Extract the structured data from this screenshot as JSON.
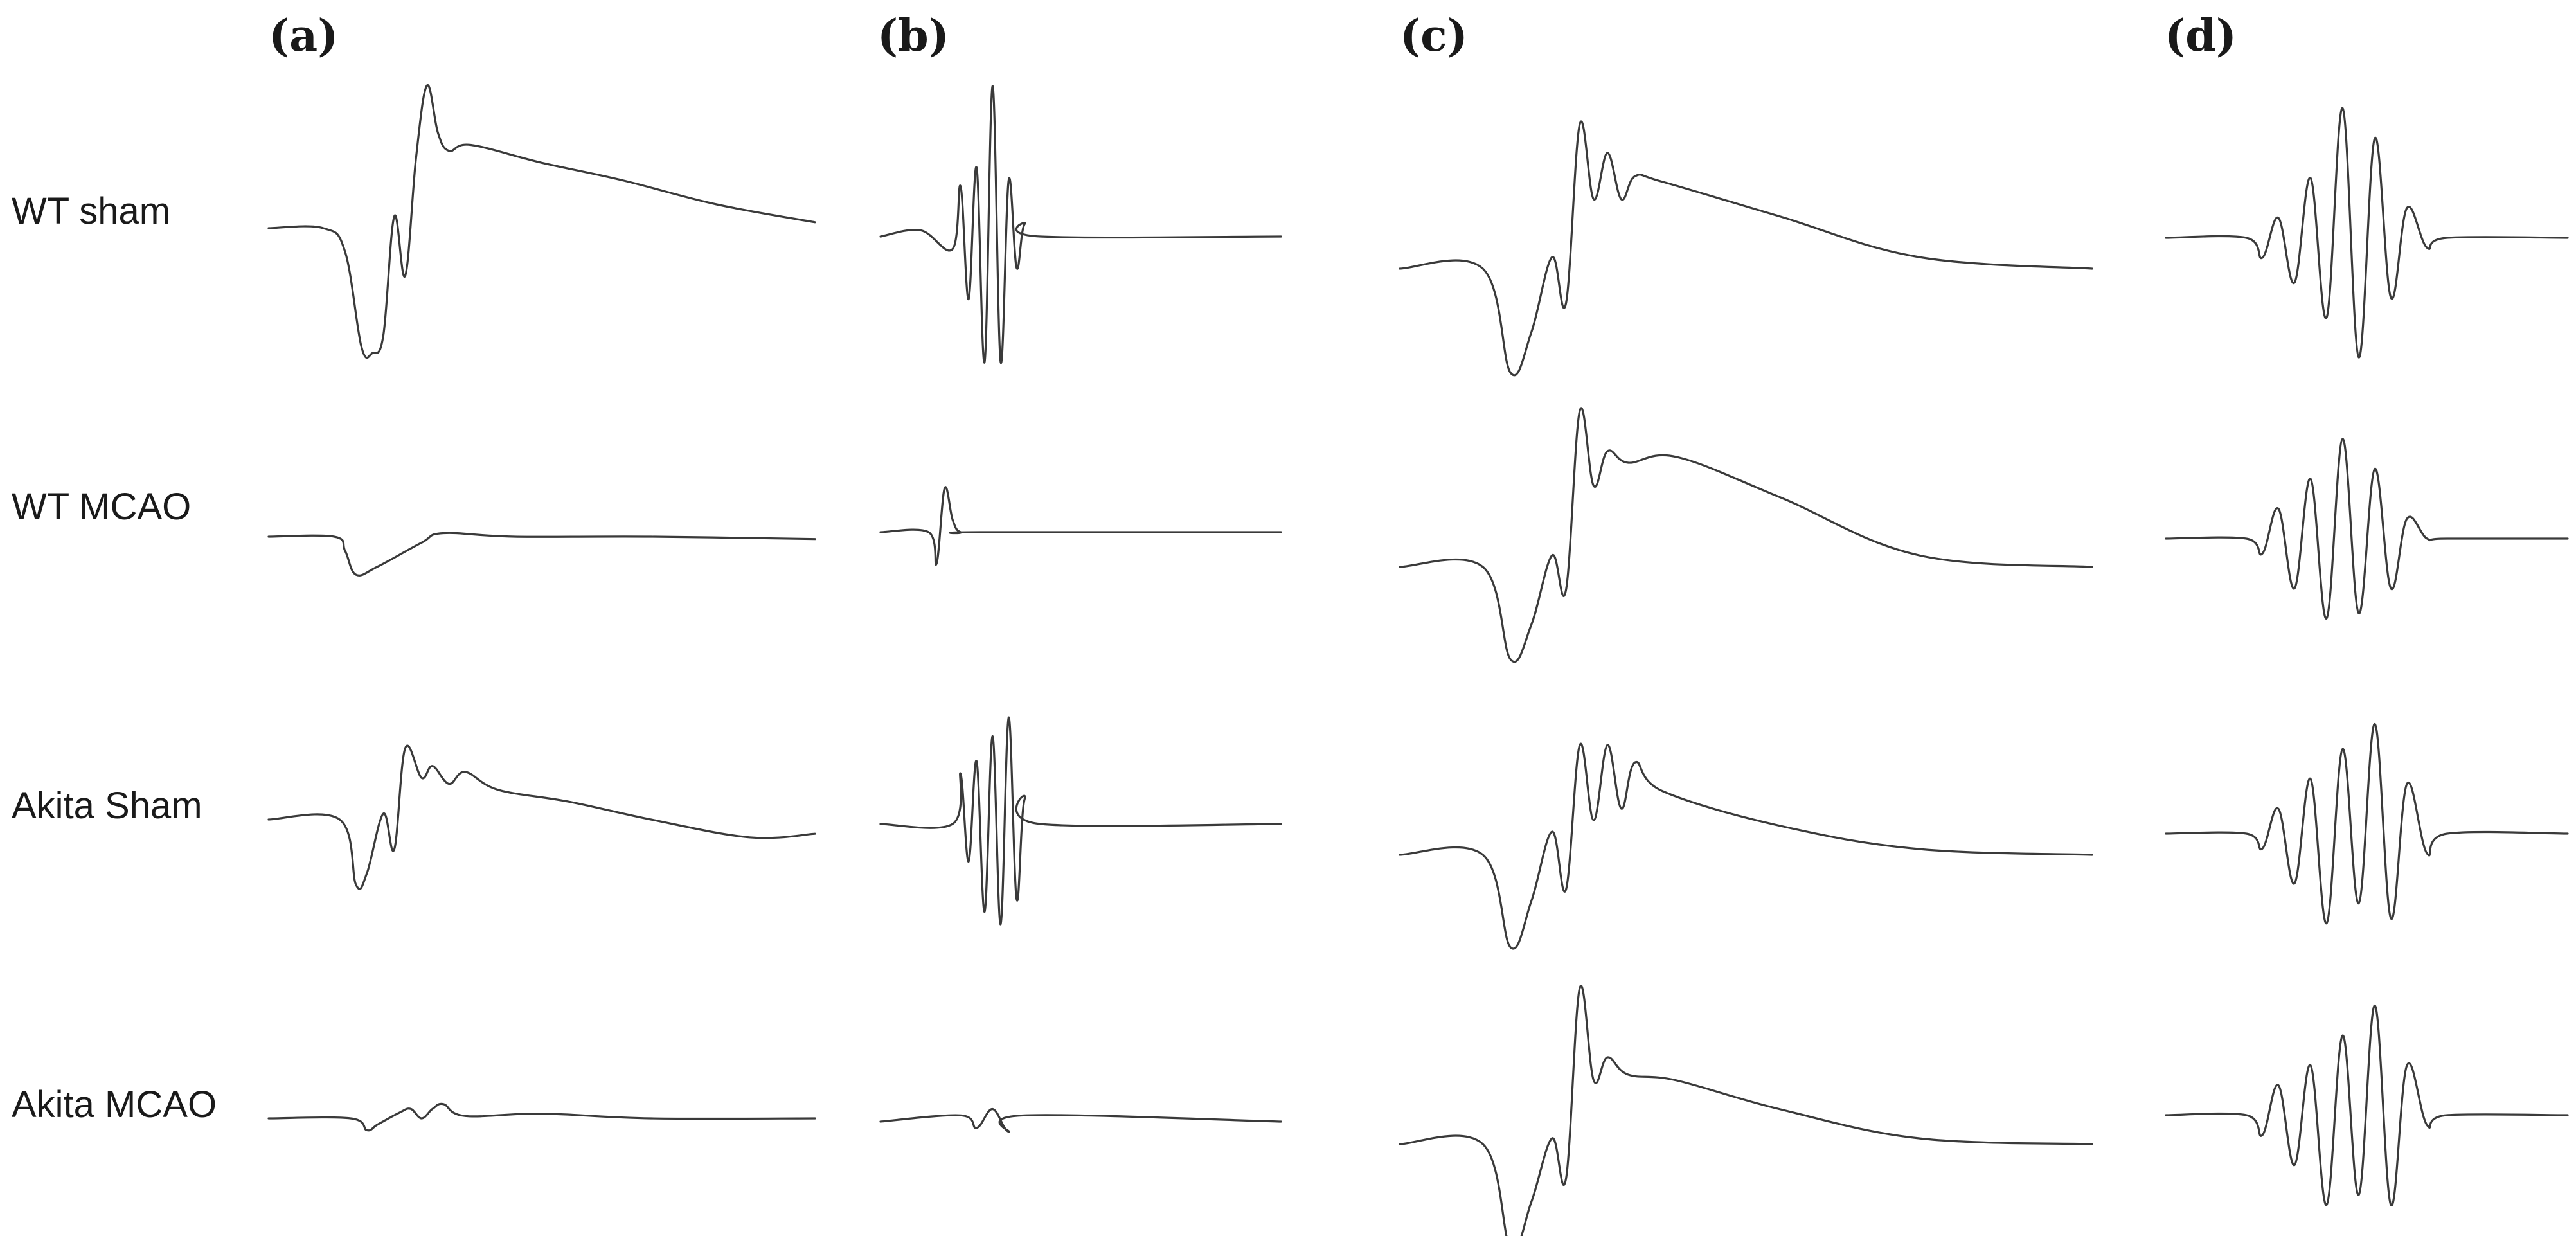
{
  "figure": {
    "panels": [
      "(a)",
      "(b)",
      "(c)",
      "(d)"
    ],
    "rows": [
      "WT sham",
      "WT MCAO",
      "Akita Sham",
      "Akita MCAO"
    ]
  },
  "chart_data": {
    "type": "line",
    "title": "",
    "xlabel": "",
    "ylabel": "",
    "panels": [
      {
        "label": "(a)",
        "series": [
          {
            "row": "WT sham",
            "x": [
              0,
              0.1,
              0.14,
              0.17,
              0.19,
              0.21,
              0.23,
              0.25,
              0.27,
              0.29,
              0.31,
              0.33,
              0.37,
              0.5,
              0.65,
              0.82,
              1.0
            ],
            "y": [
              0,
              0,
              -0.2,
              -1.0,
              -1.05,
              -0.9,
              0.1,
              -0.4,
              0.6,
              1.2,
              0.8,
              0.65,
              0.7,
              0.55,
              0.4,
              0.2,
              0.05
            ]
          },
          {
            "row": "WT MCAO",
            "x": [
              0,
              0.12,
              0.14,
              0.16,
              0.2,
              0.28,
              0.32,
              0.45,
              0.7,
              1.0
            ],
            "y": [
              0,
              0,
              -0.12,
              -0.32,
              -0.25,
              -0.05,
              0.03,
              0.0,
              0.0,
              -0.02
            ]
          },
          {
            "row": "Akita Sham",
            "x": [
              0,
              0.13,
              0.16,
              0.18,
              0.21,
              0.23,
              0.25,
              0.28,
              0.3,
              0.33,
              0.36,
              0.42,
              0.55,
              0.7,
              0.88,
              1.0
            ],
            "y": [
              0,
              0,
              -0.55,
              -0.45,
              0.05,
              -0.25,
              0.6,
              0.35,
              0.45,
              0.3,
              0.4,
              0.25,
              0.15,
              0.0,
              -0.15,
              -0.12
            ]
          },
          {
            "row": "Akita MCAO",
            "x": [
              0,
              0.15,
              0.18,
              0.2,
              0.24,
              0.26,
              0.28,
              0.3,
              0.32,
              0.36,
              0.5,
              0.7,
              1.0
            ],
            "y": [
              0,
              0,
              -0.1,
              -0.05,
              0.05,
              0.08,
              0.0,
              0.08,
              0.12,
              0.02,
              0.04,
              0.0,
              0.0
            ]
          }
        ]
      },
      {
        "label": "(b)",
        "series": [
          {
            "row": "WT sham",
            "x": [
              0,
              0.1,
              0.18,
              0.2,
              0.22,
              0.24,
              0.26,
              0.28,
              0.3,
              0.32,
              0.34,
              0.36,
              0.4,
              1.0
            ],
            "y": [
              0,
              0.05,
              -0.1,
              0.4,
              -0.5,
              0.55,
              -1.0,
              1.2,
              -1.0,
              0.45,
              -0.25,
              0.1,
              0.0,
              0.0
            ]
          },
          {
            "row": "WT MCAO",
            "x": [
              0,
              0.12,
              0.14,
              0.16,
              0.18,
              0.2,
              0.25,
              1.0
            ],
            "y": [
              0,
              0,
              -0.25,
              0.35,
              0.1,
              0.0,
              0.0,
              0.0
            ]
          },
          {
            "row": "Akita Sham",
            "x": [
              0,
              0.18,
              0.2,
              0.22,
              0.24,
              0.26,
              0.28,
              0.3,
              0.32,
              0.34,
              0.36,
              0.4,
              1.0
            ],
            "y": [
              0,
              0.0,
              0.4,
              -0.3,
              0.5,
              -0.7,
              0.7,
              -0.8,
              0.85,
              -0.6,
              0.2,
              0.0,
              0.0
            ]
          },
          {
            "row": "Akita MCAO",
            "x": [
              0,
              0.2,
              0.24,
              0.28,
              0.32,
              0.36,
              1.0
            ],
            "y": [
              0,
              0.05,
              -0.05,
              0.1,
              -0.08,
              0.05,
              0.0
            ]
          }
        ]
      },
      {
        "label": "(c)",
        "series": [
          {
            "row": "WT sham",
            "x": [
              0,
              0.12,
              0.16,
              0.19,
              0.22,
              0.24,
              0.26,
              0.28,
              0.3,
              0.32,
              0.34,
              0.38,
              0.55,
              0.75,
              1.0
            ],
            "y": [
              0,
              0,
              -0.9,
              -0.55,
              0.1,
              -0.3,
              1.25,
              0.6,
              1.0,
              0.6,
              0.8,
              0.75,
              0.45,
              0.1,
              0.0
            ]
          },
          {
            "row": "WT MCAO",
            "x": [
              0,
              0.12,
              0.16,
              0.19,
              0.22,
              0.24,
              0.26,
              0.28,
              0.3,
              0.33,
              0.4,
              0.55,
              0.75,
              1.0
            ],
            "y": [
              0,
              0,
              -0.8,
              -0.5,
              0.1,
              -0.2,
              1.35,
              0.7,
              1.0,
              0.9,
              0.95,
              0.6,
              0.1,
              0.0
            ]
          },
          {
            "row": "Akita Sham",
            "x": [
              0,
              0.12,
              0.16,
              0.19,
              0.22,
              0.24,
              0.26,
              0.28,
              0.3,
              0.32,
              0.34,
              0.38,
              0.55,
              0.75,
              1.0
            ],
            "y": [
              0,
              0,
              -0.8,
              -0.4,
              0.2,
              -0.3,
              0.95,
              0.3,
              0.95,
              0.4,
              0.8,
              0.55,
              0.25,
              0.05,
              0.0
            ]
          },
          {
            "row": "Akita MCAO",
            "x": [
              0,
              0.12,
              0.16,
              0.19,
              0.22,
              0.24,
              0.26,
              0.28,
              0.3,
              0.33,
              0.4,
              0.55,
              0.75,
              1.0
            ],
            "y": [
              0,
              0,
              -0.9,
              -0.5,
              0.05,
              -0.3,
              1.35,
              0.55,
              0.75,
              0.6,
              0.55,
              0.3,
              0.05,
              0.0
            ]
          }
        ]
      },
      {
        "label": "(d)",
        "series": [
          {
            "row": "WT sham",
            "x": [
              0,
              0.2,
              0.24,
              0.28,
              0.32,
              0.36,
              0.4,
              0.44,
              0.48,
              0.52,
              0.56,
              0.6,
              0.65,
              0.7,
              1.0
            ],
            "y": [
              0,
              0,
              -0.2,
              0.2,
              -0.45,
              0.6,
              -0.8,
              1.3,
              -1.2,
              1.0,
              -0.6,
              0.3,
              -0.1,
              0.0,
              0.0
            ]
          },
          {
            "row": "WT MCAO",
            "x": [
              0,
              0.2,
              0.24,
              0.28,
              0.32,
              0.36,
              0.4,
              0.44,
              0.48,
              0.52,
              0.56,
              0.6,
              0.65,
              0.7,
              1.0
            ],
            "y": [
              0,
              0,
              -0.15,
              0.3,
              -0.5,
              0.6,
              -0.8,
              1.0,
              -0.75,
              0.7,
              -0.5,
              0.2,
              0.0,
              0.0,
              0.0
            ]
          },
          {
            "row": "Akita Sham",
            "x": [
              0,
              0.2,
              0.24,
              0.28,
              0.32,
              0.36,
              0.4,
              0.44,
              0.48,
              0.52,
              0.56,
              0.6,
              0.65,
              0.7,
              1.0
            ],
            "y": [
              0,
              0,
              -0.15,
              0.25,
              -0.5,
              0.55,
              -0.9,
              0.85,
              -0.7,
              1.1,
              -0.85,
              0.5,
              -0.2,
              0.0,
              0.0
            ]
          },
          {
            "row": "Akita MCAO",
            "x": [
              0,
              0.2,
              0.24,
              0.28,
              0.32,
              0.36,
              0.4,
              0.44,
              0.48,
              0.52,
              0.56,
              0.6,
              0.65,
              0.7,
              1.0
            ],
            "y": [
              0,
              0,
              -0.2,
              0.3,
              -0.5,
              0.5,
              -0.9,
              0.8,
              -0.8,
              1.1,
              -0.9,
              0.5,
              -0.1,
              0.0,
              0.0
            ]
          }
        ]
      }
    ]
  }
}
